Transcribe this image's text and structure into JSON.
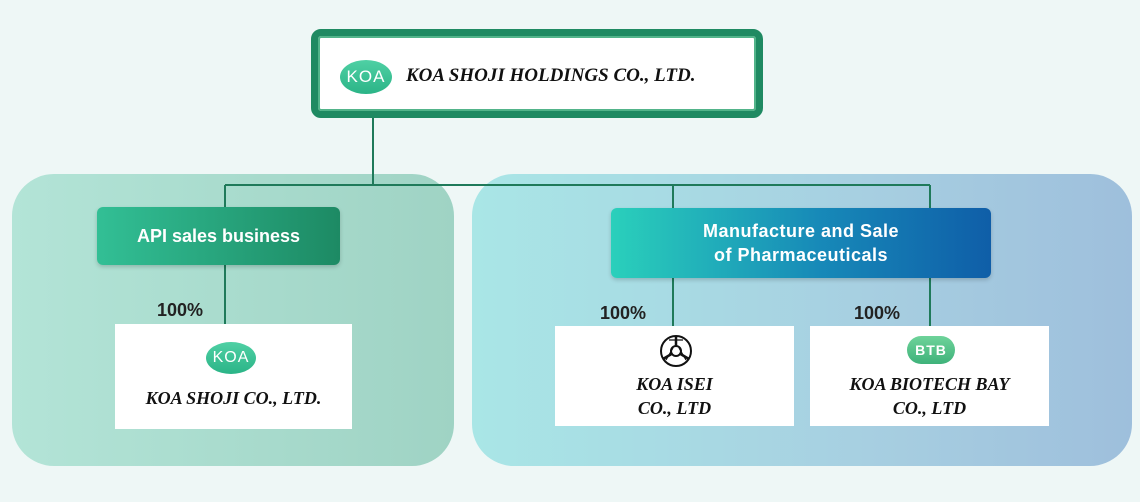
{
  "holding": {
    "badge": "KOA",
    "name": "KOA SHOJI HOLDINGS CO., LTD."
  },
  "divisions": {
    "api": {
      "label": "API sales business"
    },
    "mfg": {
      "line1": "Manufacture and Sale",
      "line2": "of Pharmaceuticals"
    }
  },
  "subsidiaries": {
    "shoji": {
      "badge": "KOA",
      "ownership": "100%",
      "name": "KOA SHOJI CO., LTD."
    },
    "isei": {
      "ownership": "100%",
      "name_line1": "KOA ISEI",
      "name_line2": "CO., LTD"
    },
    "btb": {
      "badge": "BTB",
      "ownership": "100%",
      "name_line1": "KOA BIOTECH BAY",
      "name_line2": "CO., LTD"
    }
  },
  "colors": {
    "connector": "#1f7a5a",
    "holding_border": "#1f8a62",
    "api_box": "#2aa67c",
    "mfg_box": "#1789b8"
  }
}
